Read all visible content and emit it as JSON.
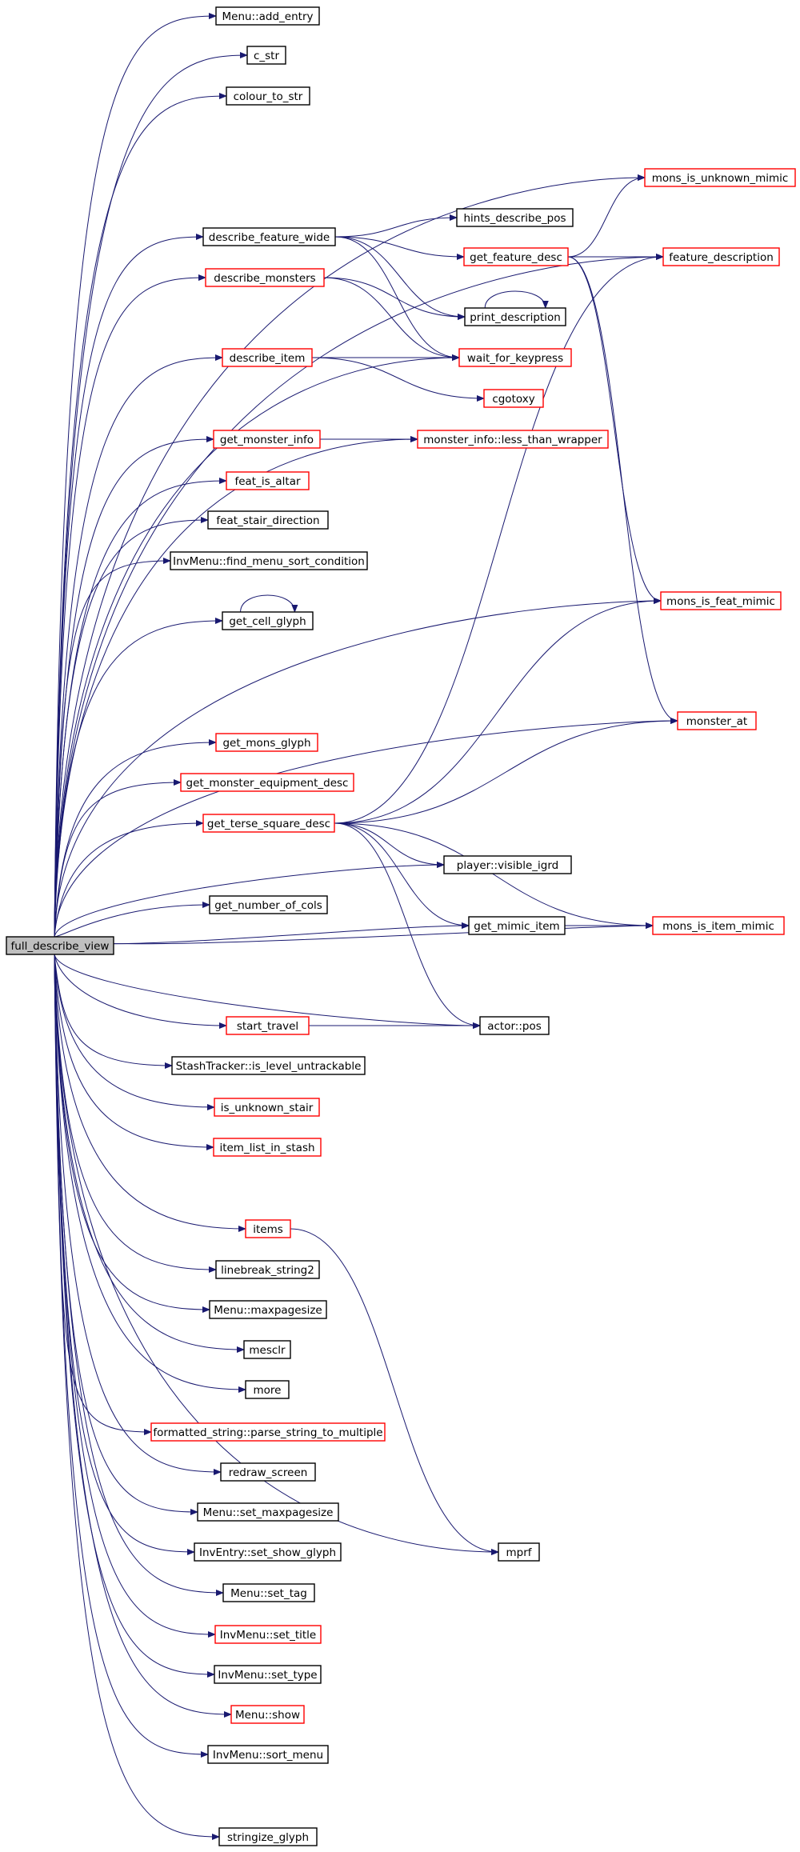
{
  "colors": {
    "edge": "#191970",
    "border_black": "#000000",
    "border_red": "#ff0000",
    "root_fill": "#bfbfbf",
    "node_fill": "#ffffff"
  },
  "nodes": [
    {
      "id": "full_describe_view",
      "label": "full_describe_view",
      "border": "black",
      "root": true
    },
    {
      "id": "menu_add_entry",
      "label": "Menu::add_entry",
      "border": "black"
    },
    {
      "id": "c_str",
      "label": "c_str",
      "border": "black"
    },
    {
      "id": "colour_to_str",
      "label": "colour_to_str",
      "border": "black"
    },
    {
      "id": "mons_is_unknown_mimic",
      "label": "mons_is_unknown_mimic",
      "border": "red"
    },
    {
      "id": "describe_feature_wide",
      "label": "describe_feature_wide",
      "border": "black"
    },
    {
      "id": "hints_describe_pos",
      "label": "hints_describe_pos",
      "border": "black"
    },
    {
      "id": "get_feature_desc",
      "label": "get_feature_desc",
      "border": "red"
    },
    {
      "id": "feature_description",
      "label": "feature_description",
      "border": "red"
    },
    {
      "id": "describe_monsters",
      "label": "describe_monsters",
      "border": "red"
    },
    {
      "id": "print_description",
      "label": "print_description",
      "border": "black"
    },
    {
      "id": "describe_item",
      "label": "describe_item",
      "border": "red"
    },
    {
      "id": "wait_for_keypress",
      "label": "wait_for_keypress",
      "border": "red"
    },
    {
      "id": "cgotoxy",
      "label": "cgotoxy",
      "border": "red"
    },
    {
      "id": "get_monster_info",
      "label": "get_monster_info",
      "border": "red"
    },
    {
      "id": "monster_info_less_than_wrapper",
      "label": "monster_info::less_than_wrapper",
      "border": "red"
    },
    {
      "id": "feat_is_altar",
      "label": "feat_is_altar",
      "border": "red"
    },
    {
      "id": "feat_stair_direction",
      "label": "feat_stair_direction",
      "border": "black"
    },
    {
      "id": "invmenu_find_menu_sort_condition",
      "label": "InvMenu::find_menu_sort_condition",
      "border": "black"
    },
    {
      "id": "get_cell_glyph",
      "label": "get_cell_glyph",
      "border": "black"
    },
    {
      "id": "mons_is_feat_mimic",
      "label": "mons_is_feat_mimic",
      "border": "red"
    },
    {
      "id": "monster_at",
      "label": "monster_at",
      "border": "red"
    },
    {
      "id": "get_mons_glyph",
      "label": "get_mons_glyph",
      "border": "red"
    },
    {
      "id": "get_monster_equipment_desc",
      "label": "get_monster_equipment_desc",
      "border": "red"
    },
    {
      "id": "get_terse_square_desc",
      "label": "get_terse_square_desc",
      "border": "red"
    },
    {
      "id": "player_visible_igrd",
      "label": "player::visible_igrd",
      "border": "black"
    },
    {
      "id": "get_number_of_cols",
      "label": "get_number_of_cols",
      "border": "black"
    },
    {
      "id": "get_mimic_item",
      "label": "get_mimic_item",
      "border": "black"
    },
    {
      "id": "mons_is_item_mimic",
      "label": "mons_is_item_mimic",
      "border": "red"
    },
    {
      "id": "start_travel",
      "label": "start_travel",
      "border": "red"
    },
    {
      "id": "actor_pos",
      "label": "actor::pos",
      "border": "black"
    },
    {
      "id": "stashtracker_is_level_untrackable",
      "label": "StashTracker::is_level_untrackable",
      "border": "black"
    },
    {
      "id": "is_unknown_stair",
      "label": "is_unknown_stair",
      "border": "red"
    },
    {
      "id": "item_list_in_stash",
      "label": "item_list_in_stash",
      "border": "red"
    },
    {
      "id": "items",
      "label": "items",
      "border": "red"
    },
    {
      "id": "linebreak_string2",
      "label": "linebreak_string2",
      "border": "black"
    },
    {
      "id": "menu_maxpagesize",
      "label": "Menu::maxpagesize",
      "border": "black"
    },
    {
      "id": "mesclr",
      "label": "mesclr",
      "border": "black"
    },
    {
      "id": "more",
      "label": "more",
      "border": "black"
    },
    {
      "id": "formatted_string_parse",
      "label": "formatted_string::parse_string_to_multiple",
      "border": "red"
    },
    {
      "id": "redraw_screen",
      "label": "redraw_screen",
      "border": "black"
    },
    {
      "id": "menu_set_maxpagesize",
      "label": "Menu::set_maxpagesize",
      "border": "black"
    },
    {
      "id": "mprf",
      "label": "mprf",
      "border": "black"
    },
    {
      "id": "inventry_set_show_glyph",
      "label": "InvEntry::set_show_glyph",
      "border": "black"
    },
    {
      "id": "menu_set_tag",
      "label": "Menu::set_tag",
      "border": "black"
    },
    {
      "id": "invmenu_set_title",
      "label": "InvMenu::set_title",
      "border": "red"
    },
    {
      "id": "invmenu_set_type",
      "label": "InvMenu::set_type",
      "border": "black"
    },
    {
      "id": "menu_show",
      "label": "Menu::show",
      "border": "red"
    },
    {
      "id": "invmenu_sort_menu",
      "label": "InvMenu::sort_menu",
      "border": "black"
    },
    {
      "id": "stringize_glyph",
      "label": "stringize_glyph",
      "border": "black"
    }
  ],
  "edges": [
    [
      "full_describe_view",
      "menu_add_entry"
    ],
    [
      "full_describe_view",
      "c_str"
    ],
    [
      "full_describe_view",
      "colour_to_str"
    ],
    [
      "full_describe_view",
      "mons_is_unknown_mimic"
    ],
    [
      "full_describe_view",
      "feature_description"
    ],
    [
      "full_describe_view",
      "describe_feature_wide"
    ],
    [
      "full_describe_view",
      "describe_monsters"
    ],
    [
      "full_describe_view",
      "wait_for_keypress"
    ],
    [
      "full_describe_view",
      "describe_item"
    ],
    [
      "full_describe_view",
      "monster_info_less_than_wrapper"
    ],
    [
      "full_describe_view",
      "get_monster_info"
    ],
    [
      "full_describe_view",
      "feat_is_altar"
    ],
    [
      "full_describe_view",
      "feat_stair_direction"
    ],
    [
      "full_describe_view",
      "invmenu_find_menu_sort_condition"
    ],
    [
      "full_describe_view",
      "get_cell_glyph"
    ],
    [
      "full_describe_view",
      "mons_is_feat_mimic"
    ],
    [
      "full_describe_view",
      "monster_at"
    ],
    [
      "full_describe_view",
      "get_mons_glyph"
    ],
    [
      "full_describe_view",
      "get_monster_equipment_desc"
    ],
    [
      "full_describe_view",
      "get_terse_square_desc"
    ],
    [
      "full_describe_view",
      "player_visible_igrd"
    ],
    [
      "full_describe_view",
      "get_number_of_cols"
    ],
    [
      "full_describe_view",
      "get_mimic_item"
    ],
    [
      "full_describe_view",
      "mons_is_item_mimic"
    ],
    [
      "full_describe_view",
      "start_travel"
    ],
    [
      "full_describe_view",
      "actor_pos"
    ],
    [
      "full_describe_view",
      "stashtracker_is_level_untrackable"
    ],
    [
      "full_describe_view",
      "is_unknown_stair"
    ],
    [
      "full_describe_view",
      "item_list_in_stash"
    ],
    [
      "full_describe_view",
      "items"
    ],
    [
      "full_describe_view",
      "linebreak_string2"
    ],
    [
      "full_describe_view",
      "menu_maxpagesize"
    ],
    [
      "full_describe_view",
      "mesclr"
    ],
    [
      "full_describe_view",
      "more"
    ],
    [
      "full_describe_view",
      "formatted_string_parse"
    ],
    [
      "full_describe_view",
      "redraw_screen"
    ],
    [
      "full_describe_view",
      "menu_set_maxpagesize"
    ],
    [
      "full_describe_view",
      "mprf"
    ],
    [
      "full_describe_view",
      "inventry_set_show_glyph"
    ],
    [
      "full_describe_view",
      "menu_set_tag"
    ],
    [
      "full_describe_view",
      "invmenu_set_title"
    ],
    [
      "full_describe_view",
      "invmenu_set_type"
    ],
    [
      "full_describe_view",
      "menu_show"
    ],
    [
      "full_describe_view",
      "invmenu_sort_menu"
    ],
    [
      "full_describe_view",
      "stringize_glyph"
    ],
    [
      "describe_feature_wide",
      "hints_describe_pos"
    ],
    [
      "describe_feature_wide",
      "get_feature_desc"
    ],
    [
      "describe_feature_wide",
      "print_description"
    ],
    [
      "describe_feature_wide",
      "wait_for_keypress"
    ],
    [
      "get_feature_desc",
      "mons_is_unknown_mimic"
    ],
    [
      "get_feature_desc",
      "feature_description"
    ],
    [
      "get_feature_desc",
      "mons_is_feat_mimic"
    ],
    [
      "get_feature_desc",
      "monster_at"
    ],
    [
      "describe_monsters",
      "print_description"
    ],
    [
      "describe_monsters",
      "wait_for_keypress"
    ],
    [
      "print_description",
      "print_description"
    ],
    [
      "describe_item",
      "wait_for_keypress"
    ],
    [
      "describe_item",
      "cgotoxy"
    ],
    [
      "get_monster_info",
      "monster_info_less_than_wrapper"
    ],
    [
      "get_cell_glyph",
      "get_cell_glyph"
    ],
    [
      "get_terse_square_desc",
      "feature_description"
    ],
    [
      "get_terse_square_desc",
      "mons_is_feat_mimic"
    ],
    [
      "get_terse_square_desc",
      "monster_at"
    ],
    [
      "get_terse_square_desc",
      "player_visible_igrd"
    ],
    [
      "get_terse_square_desc",
      "mons_is_item_mimic"
    ],
    [
      "get_terse_square_desc",
      "get_mimic_item"
    ],
    [
      "get_terse_square_desc",
      "actor_pos"
    ],
    [
      "get_mimic_item",
      "mons_is_item_mimic"
    ],
    [
      "start_travel",
      "actor_pos"
    ],
    [
      "items",
      "mprf"
    ]
  ]
}
